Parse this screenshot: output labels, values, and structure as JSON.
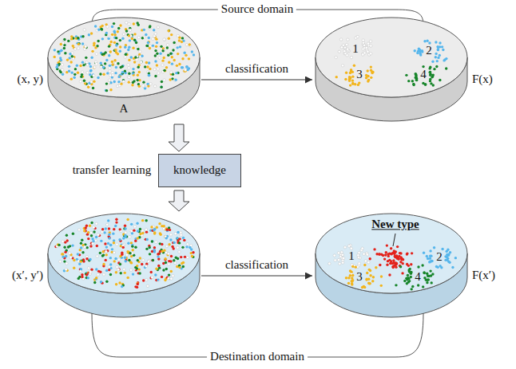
{
  "diagram": {
    "nodes": [
      {
        "text": [
          "(x, y)",
          "A"
        ]
      },
      {
        "text": [
          "F(x)",
          "1",
          "2",
          "3",
          "4"
        ]
      },
      {
        "text": [
          "knowledge"
        ]
      },
      {
        "text": [
          "(x′, y′)"
        ]
      },
      {
        "text": [
          "F(x′)",
          "1",
          "New type",
          "2",
          "3",
          "4"
        ]
      }
    ],
    "edges": [
      {
        "from": 0,
        "to": 1,
        "arrow": "to",
        "label": "classification"
      },
      {
        "from": 0,
        "to": 2,
        "arrow": "to"
      },
      {
        "from": 2,
        "to": 3,
        "arrow": "to"
      },
      {
        "from": 3,
        "to": 4,
        "arrow": "to",
        "label": "classification"
      }
    ],
    "labels": [
      "Source domain",
      "transfer learning",
      "Destination domain"
    ]
  }
}
